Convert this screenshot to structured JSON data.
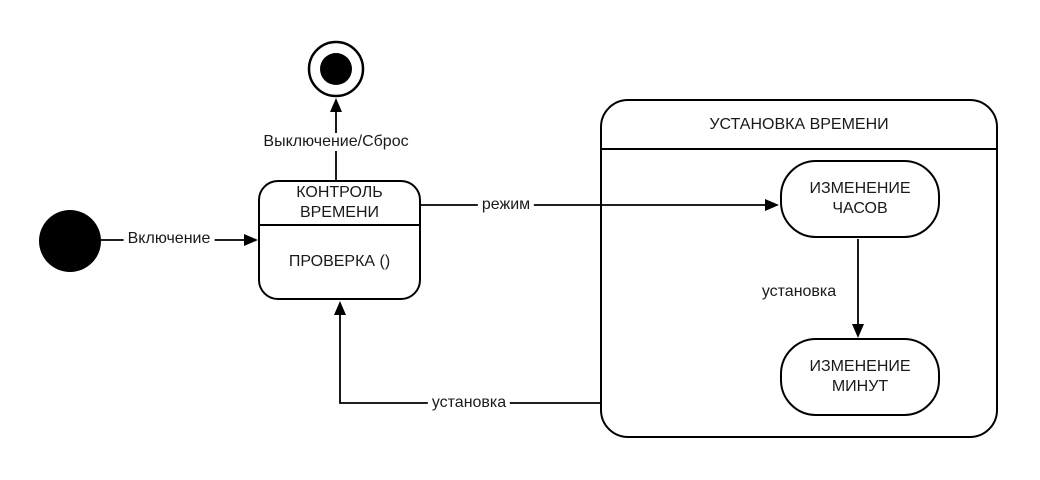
{
  "diagram": {
    "type": "uml-state-machine",
    "colors": {
      "stroke": "#000000",
      "background": "#ffffff",
      "text": "#1a1a1a"
    },
    "nodes": {
      "initial": {
        "kind": "initial-state"
      },
      "final": {
        "kind": "final-state"
      },
      "control": {
        "title_lines": [
          "КОНТРОЛЬ",
          "ВРЕМЕНИ"
        ],
        "action": "ПРОВЕРКА ()"
      },
      "composite": {
        "title": "УСТАНОВКА ВРЕМЕНИ"
      },
      "hours": {
        "title_lines": [
          "ИЗМЕНЕНИЕ",
          "ЧАСОВ"
        ]
      },
      "minutes": {
        "title_lines": [
          "ИЗМЕНЕНИЕ",
          "МИНУТ"
        ]
      }
    },
    "transitions": {
      "power_on": {
        "label": "Включение",
        "from": "initial",
        "to": "control"
      },
      "power_off_reset": {
        "label": "Выключение/Сброс",
        "from": "control",
        "to": "final"
      },
      "mode": {
        "label": "режим",
        "from": "control",
        "to": "hours"
      },
      "set_hours": {
        "label": "установка",
        "from": "hours",
        "to": "minutes"
      },
      "set_return": {
        "label": "установка",
        "from": "composite",
        "to": "control"
      }
    }
  }
}
